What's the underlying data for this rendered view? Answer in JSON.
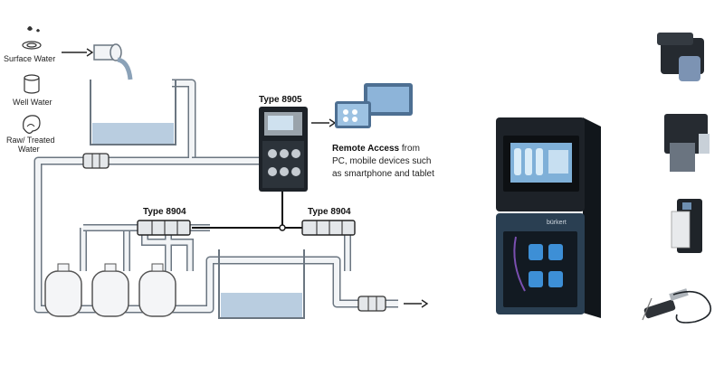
{
  "sources": [
    {
      "label": "Surface Water",
      "icon": "surface-water-icon"
    },
    {
      "label": "Well Water",
      "icon": "well-icon"
    },
    {
      "label": "Raw/ Treated",
      "label2": "Water",
      "icon": "raw-water-icon"
    }
  ],
  "devices": {
    "controller": "Type 8905",
    "sensor_left": "Type 8904",
    "sensor_right": "Type 8904"
  },
  "remote": {
    "title": "Remote Access",
    "line1_rest": " from",
    "line2": "PC, mobile devices such",
    "line3": "as smartphone and tablet"
  },
  "product": {
    "brand": "bürkert"
  },
  "colors": {
    "pipe_fill": "#f2f4f6",
    "pipe_stroke": "#6b7681",
    "water": "#b9cde0",
    "device_dark": "#1d2228",
    "panel_blue": "#2a3f52",
    "screen": "#7fb0d8"
  }
}
